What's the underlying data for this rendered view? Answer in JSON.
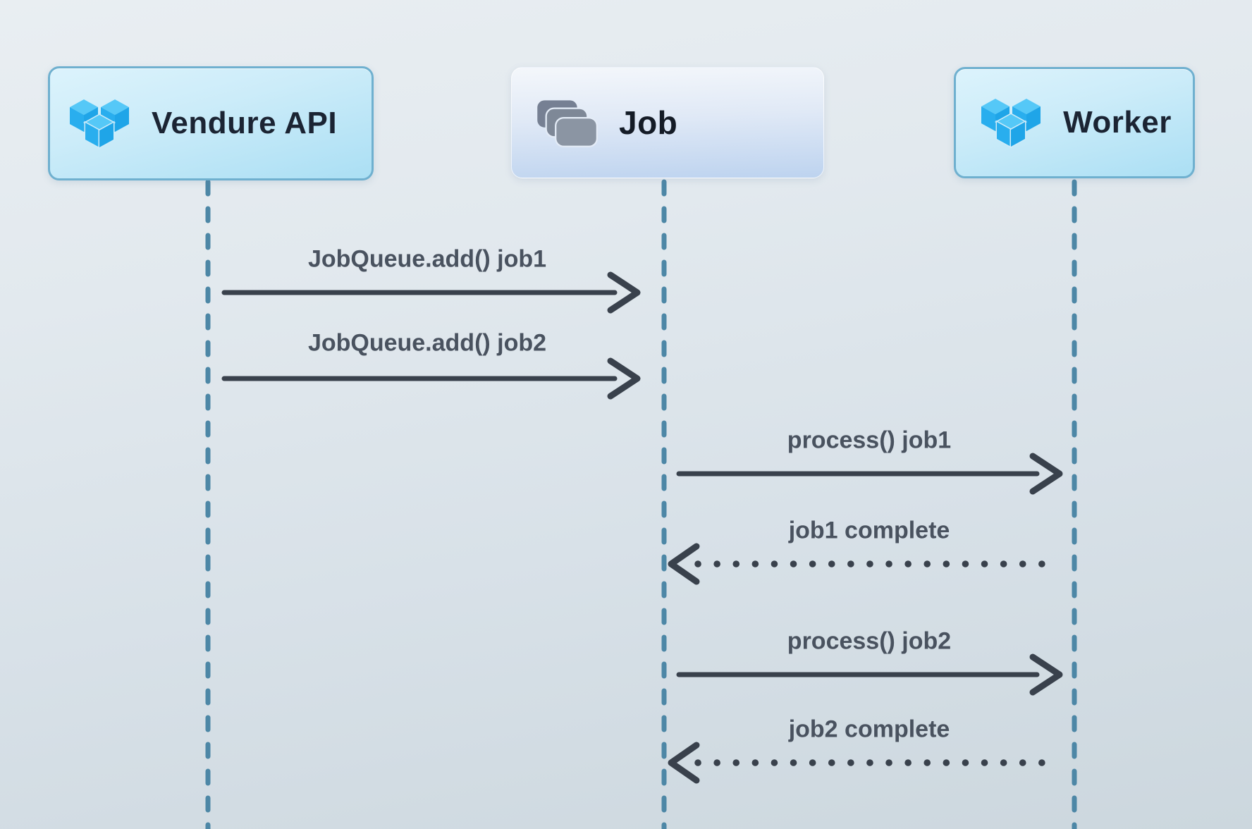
{
  "diagram_type": "sequence",
  "participants": [
    {
      "label": "Vendure API",
      "icon": "vendure-cubes-icon"
    },
    {
      "label": "Job",
      "icon": "job-stack-icon"
    },
    {
      "label": "Worker",
      "icon": "vendure-cubes-icon"
    }
  ],
  "messages": [
    {
      "label": "JobQueue.add() job1",
      "from": "Vendure API",
      "to": "Job",
      "line": "solid",
      "arrowhead": "open-right"
    },
    {
      "label": "JobQueue.add() job2",
      "from": "Vendure API",
      "to": "Job",
      "line": "solid",
      "arrowhead": "open-right"
    },
    {
      "label": "process() job1",
      "from": "Job",
      "to": "Worker",
      "line": "solid",
      "arrowhead": "open-right"
    },
    {
      "label": "job1 complete",
      "from": "Worker",
      "to": "Job",
      "line": "dotted",
      "arrowhead": "open-left"
    },
    {
      "label": "process() job2",
      "from": "Job",
      "to": "Worker",
      "line": "solid",
      "arrowhead": "open-right"
    },
    {
      "label": "job2 complete",
      "from": "Worker",
      "to": "Job",
      "line": "dotted",
      "arrowhead": "open-left"
    }
  ],
  "colors": {
    "background_top": "#e9eef2",
    "background_bottom": "#ccd7de",
    "lifeline": "#4d87a6",
    "arrow": "#39414c",
    "message_text": "#49525f",
    "participant_text": "#1b2433",
    "participant_border": "#6fb0cf",
    "participant_bg_top": "#dcf3fc",
    "participant_bg_bottom": "#abdff4",
    "job_bg_top": "#f4f7fb",
    "job_bg_bottom": "#bdd3ef",
    "logo_top_face": "#55c8f7",
    "logo_left_face": "#29aeee",
    "logo_right_face": "#1fa5e8",
    "stack_gray_back": "#768093",
    "stack_gray_mid": "#7e8897",
    "stack_gray_front": "#8b95a3"
  }
}
